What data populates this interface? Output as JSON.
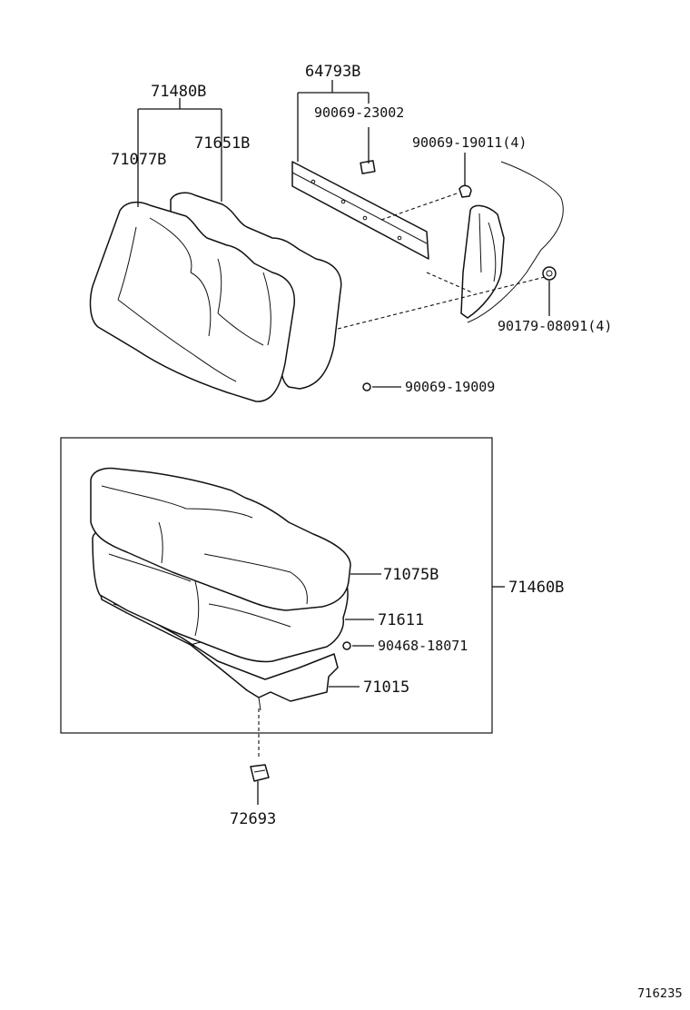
{
  "parts": {
    "p71480B": "71480B",
    "p71077B": "71077B",
    "p71651B": "71651B",
    "p64793B": "64793B",
    "p90069_23002": "90069-23002",
    "p90069_19011": "90069-19011(4)",
    "p90179_08091": "90179-08091(4)",
    "p90069_19009": "90069-19009",
    "p71075B": "71075B",
    "p71460B": "71460B",
    "p71611": "71611",
    "p90468_18071": "90468-18071",
    "p71015": "71015",
    "p72693": "72693"
  },
  "reference_number": "716235"
}
